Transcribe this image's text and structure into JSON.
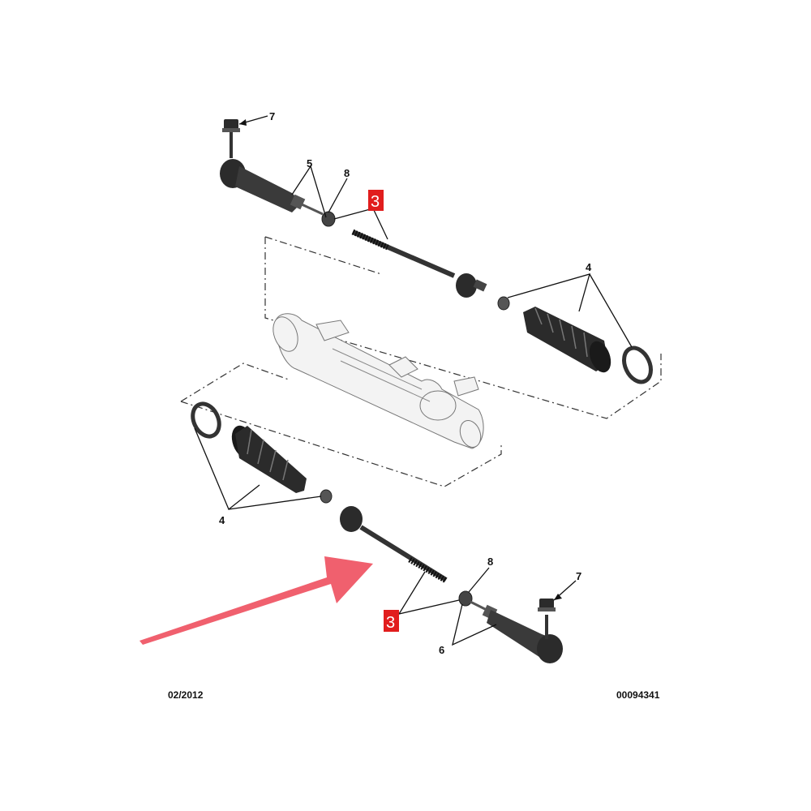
{
  "callouts": {
    "c7_top": "7",
    "c5": "5",
    "c8_top": "8",
    "c3_top": "3",
    "c4_top": "4",
    "c4_bottom": "4",
    "c8_bottom": "8",
    "c7_bottom": "7",
    "c3_bottom": "3",
    "c6": "6"
  },
  "footer": {
    "date": "02/2012",
    "reference": "00094341"
  },
  "colors": {
    "highlight": "#e11d1d",
    "arrow": "#f0606e",
    "part_dark": "#2b2b2b",
    "part_mid": "#555555"
  }
}
